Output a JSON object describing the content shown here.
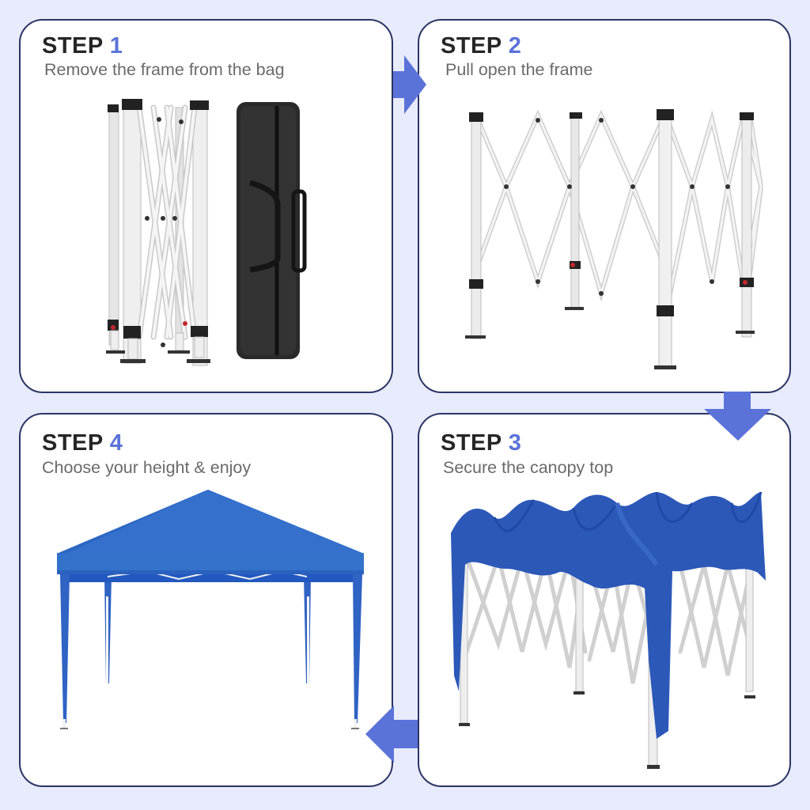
{
  "colors": {
    "background": "#e8ebfb",
    "panel_border": "#2c3565",
    "accent": "#5b73d9",
    "heading": "#262626",
    "subtitle": "#6a6a6a",
    "canopy_blue": "#2f63c4"
  },
  "steps": [
    {
      "word": "STEP",
      "number": "1",
      "caption": "Remove the frame from the bag",
      "illustration": "folded-frame-and-carry-bag"
    },
    {
      "word": "STEP",
      "number": "2",
      "caption": "Pull open the frame",
      "illustration": "expanded-frame"
    },
    {
      "word": "STEP",
      "number": "3",
      "caption": "Secure the canopy top",
      "illustration": "frame-with-draped-canopy"
    },
    {
      "word": "STEP",
      "number": "4",
      "caption": "Choose your height & enjoy",
      "illustration": "assembled-canopy-tent"
    }
  ],
  "arrows": [
    {
      "from": "1",
      "to": "2",
      "direction": "right"
    },
    {
      "from": "2",
      "to": "3",
      "direction": "down"
    },
    {
      "from": "3",
      "to": "4",
      "direction": "left"
    }
  ]
}
